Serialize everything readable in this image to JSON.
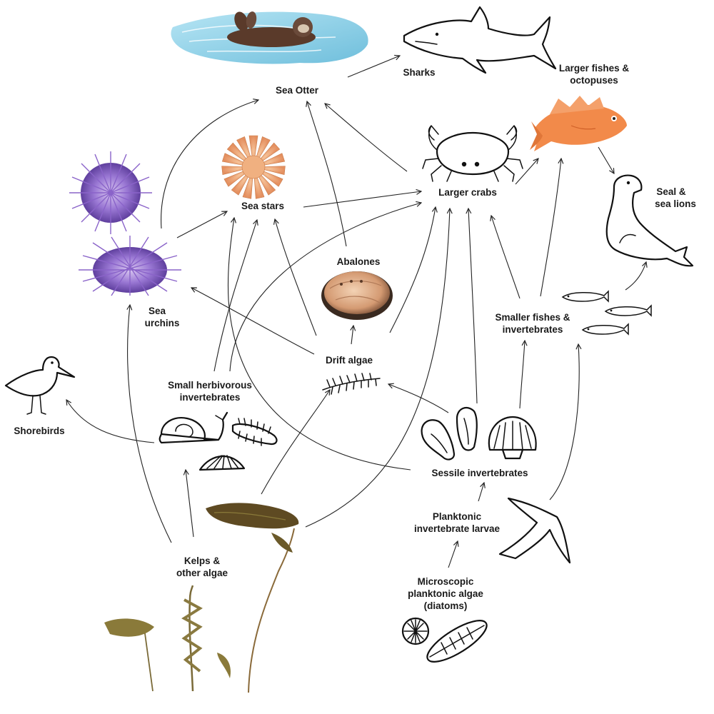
{
  "nodes": {
    "sea_otter": "Sea Otter",
    "sharks": "Sharks",
    "larger_fishes": [
      "Larger fishes &",
      "octopuses"
    ],
    "sea_stars": "Sea stars",
    "larger_crabs": "Larger crabs",
    "seal": [
      "Seal &",
      "sea lions"
    ],
    "sea_urchins": [
      "Sea",
      "urchins"
    ],
    "abalones": "Abalones",
    "drift_algae": "Drift algae",
    "smaller_fishes": [
      "Smaller fishes &",
      "invertebrates"
    ],
    "small_herbivorous": [
      "Small herbivorous",
      "invertebrates"
    ],
    "shorebirds": "Shorebirds",
    "sessile": "Sessile invertebrates",
    "planktonic_larvae": [
      "Planktonic",
      "invertebrate larvae"
    ],
    "kelps": [
      "Kelps &",
      "other algae"
    ],
    "microscopic": [
      "Microscopic",
      "planktonic algae",
      "(diatoms)"
    ]
  },
  "colors": {
    "urchin": "#8a63c9",
    "sea_star": "#e8a070",
    "fish": "#f28a4a",
    "kelp": "#6b5a2a",
    "water": "#5fc0dc",
    "otter": "#5a3a2a",
    "abalone": "#d9a37a"
  },
  "icons": [
    "sea-otter-illustration",
    "shark-icon",
    "rockfish-illustration",
    "crab-icon",
    "seal-icon",
    "sea-star-illustration",
    "sea-urchin-illustration",
    "abalone-illustration",
    "drift-algae-icon",
    "small-fish-icon",
    "shorebird-icon",
    "snail-icon",
    "isopod-icon",
    "limpet-icon",
    "mussel-icon",
    "scallop-icon",
    "larva-icon",
    "diatom-icon",
    "kelp-illustration"
  ]
}
